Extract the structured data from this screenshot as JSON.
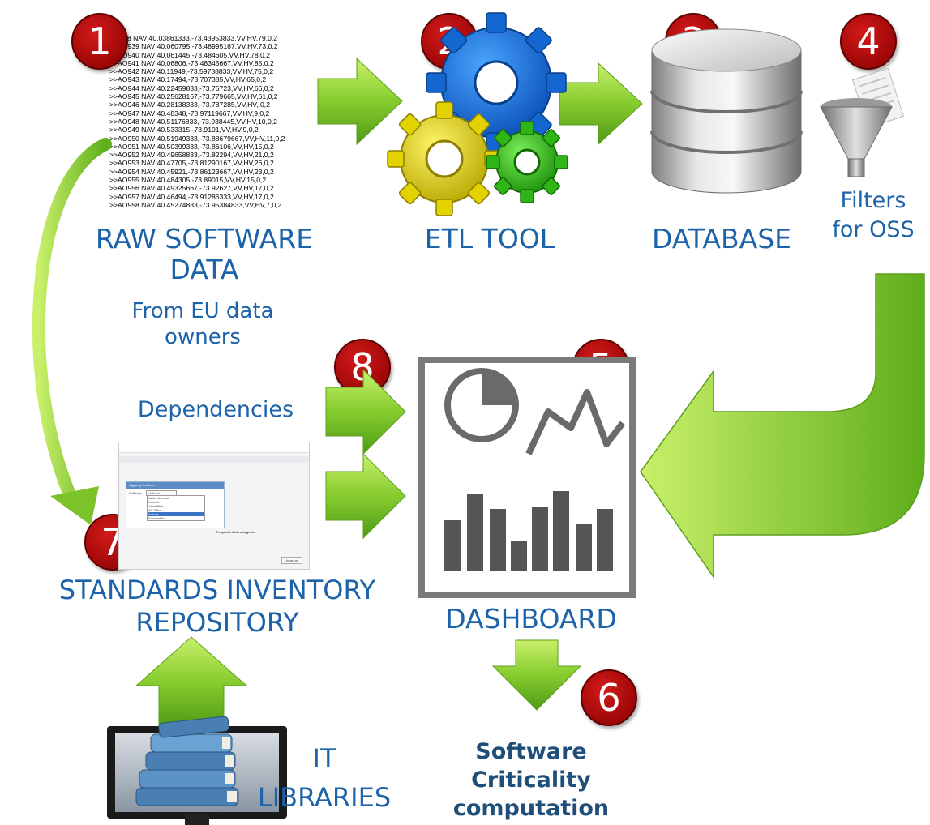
{
  "badges": [
    "1",
    "2",
    "3",
    "4",
    "5",
    "6",
    "7",
    "8"
  ],
  "raw_data": {
    "lines": [
      "AO938 NAV 40.03861333,-73.43953833,VV,HV,79,0,2",
      ">>AO939 NAV 40.060795,-73.48995167,VV,HV,73,0,2",
      ">>AO940 NAV 40.061445,-73.484605,VV,HV,78,0,2",
      ">>AO941 NAV 40.06806,-73.48345667,VV,HV,85,0,2",
      ">>AO942 NAV 40.11949,-73.59738833,VV,HV,75,0,2",
      ">>AO943 NAV 40.17494,-73.707385,VV,HV,65,0,2",
      ">>AO944 NAV 40.22459833,-73.76723,VV,HV,66,0,2",
      ">>AO945 NAV 40.25628167,-73.779665,VV,HV,61,0,2",
      ">>AO946 NAV 40.28138333,-73.787285,VV,HV,,0,2",
      ">>AO947 NAV 40.48348,-73.97119667,VV,HV,9,0,2",
      ">>AO948 NAV 40.51176833,-73.938445,VV,HV,10,0,2",
      ">>AO949 NAV 40.533315,-73.9101,VV,HV,9,0,2",
      ">>AO950 NAV 40.51949333,-73.88679667,VV,HV,11,0,2",
      ">>AO951 NAV 40.50399333,-73.86106,VV,HV,15,0,2",
      ">>AO952 NAV 40.49658833,-73.82294,VV,HV,21,0,2",
      ">>AO953 NAV 40.47705,-73.81290167,VV,HV,26,0,2",
      ">>AO954 NAV 40.45921,-73.86123667,VV,HV,23,0,2",
      ">>AO955 NAV 40.484305,-73.89015,VV,HV,15,0,2",
      ">>AO956 NAV 40.49325667,-73.92627,VV,HV,17,0,2",
      ">>AO957 NAV 40.46494,-73.91286333,VV,HV,17,0,2",
      ">>AO958 NAV 40.45274833,-73.95384833,VV,HV,7,0,2"
    ],
    "label_line1": "RAW SOFTWARE",
    "label_line2": "DATA",
    "sub_line1": "From EU data",
    "sub_line2": "owners"
  },
  "etl": {
    "label": "ETL TOOL"
  },
  "database": {
    "label": "DATABASE"
  },
  "filters": {
    "line1": "Filters",
    "line2": "for OSS"
  },
  "dependencies": {
    "label": "Dependencies"
  },
  "repository": {
    "line1": "STANDARDS INVENTORY",
    "line2": "REPOSITORY"
  },
  "dashboard": {
    "label": "DASHBOARD"
  },
  "criticality": {
    "line1": "Software",
    "line2": "Criticality",
    "line3": "computation"
  },
  "libraries": {
    "line1": "IT",
    "line2": "LIBRARIES"
  },
  "screen": {
    "header": "Aggiungi Software",
    "select_label": "Software",
    "select_value": "Outlook",
    "options": [
      "Adobe Acrobat",
      "Archivia",
      "LibreOffice",
      "MS Office",
      "Outlook",
      "Thunderbird"
    ],
    "section_title": "Proprietà della categoria",
    "button": "Aggiungi"
  },
  "colors": {
    "badge": "#b30d0d",
    "label_blue": "#1c63a9",
    "arrow_green": "#7cc22a"
  }
}
